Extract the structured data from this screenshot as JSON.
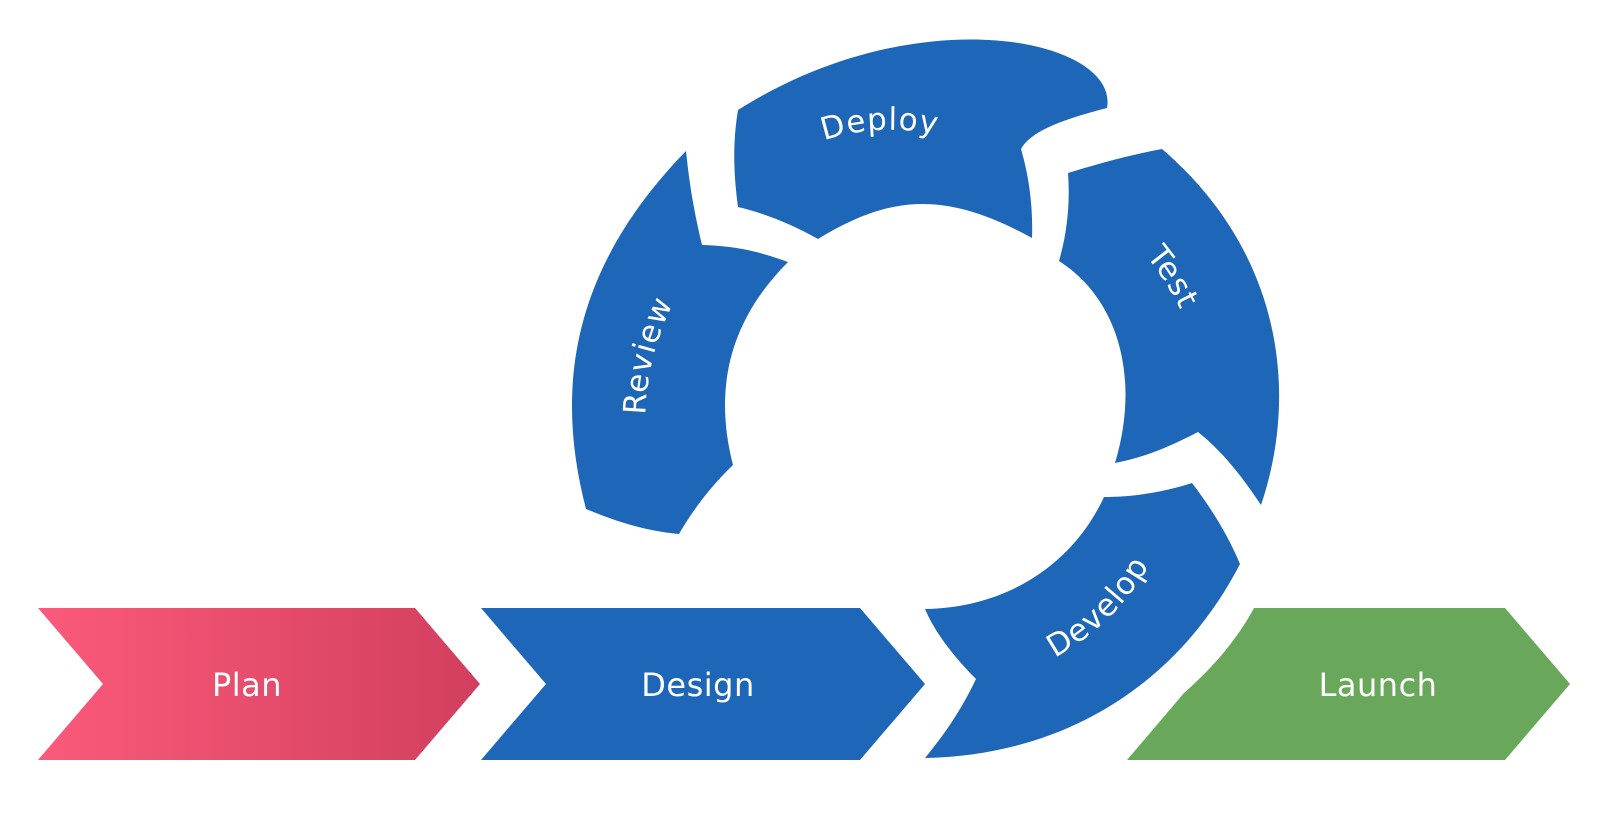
{
  "colors": {
    "background": "#ffffff",
    "plan_gradient_start": "#fb5a7a",
    "plan_gradient_end": "#d23f5e",
    "blue": "#1e66b7",
    "green": "#69a85a",
    "text": "#ffffff"
  },
  "linear_stages": [
    {
      "id": "plan",
      "label": "Plan"
    },
    {
      "id": "design",
      "label": "Design"
    },
    {
      "id": "launch",
      "label": "Launch"
    }
  ],
  "cycle_stages": [
    {
      "id": "develop",
      "label": "Develop"
    },
    {
      "id": "test",
      "label": "Test"
    },
    {
      "id": "deploy",
      "label": "Deploy"
    },
    {
      "id": "review",
      "label": "Review"
    }
  ]
}
